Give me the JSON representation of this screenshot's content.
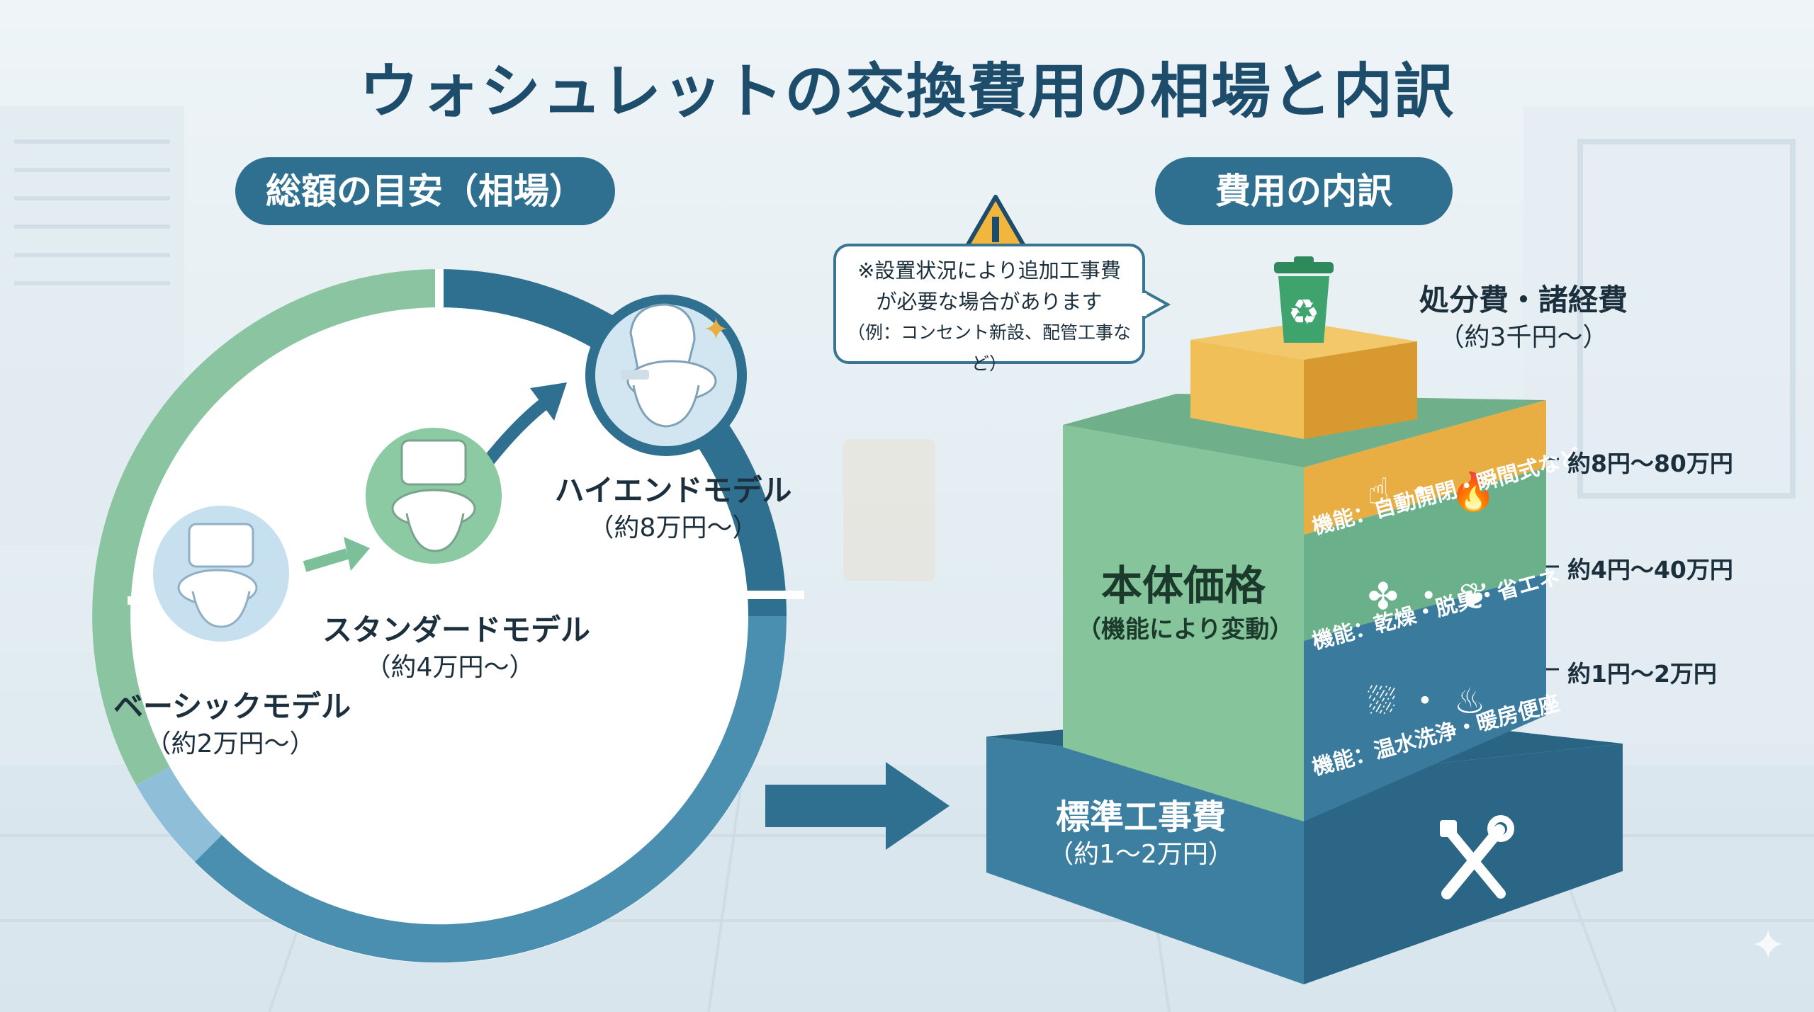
{
  "title": "ウォシュレットの交換費用の相場と内訳",
  "left_section": {
    "heading": "総額の目安（相場）",
    "models": [
      {
        "name": "ベーシックモデル",
        "price": "（約2万円〜）",
        "icon": "basic-toilet-icon"
      },
      {
        "name": "スタンダードモデル",
        "price": "（約4万円〜）",
        "icon": "standard-toilet-icon"
      },
      {
        "name": "ハイエンドモデル",
        "price": "（約8万円〜）",
        "icon": "highend-toilet-icon"
      }
    ]
  },
  "right_section": {
    "heading": "費用の内訳",
    "note": {
      "line1": "※設置状況により追加工事費",
      "line2": "が必要な場合があります",
      "line3": "（例：コンセント新設、配管工事など）"
    },
    "disposal": {
      "label": "処分費・諸経費",
      "price": "（約3千円〜）"
    },
    "body_price": {
      "label": "本体価格",
      "sub": "（機能により変動）"
    },
    "function_tiers": [
      {
        "feature": "機能：自動開閉・瞬間式など",
        "price": "約8円〜80万円",
        "color": "#e8ae43"
      },
      {
        "feature": "機能：乾燥・脱臭・省エネ",
        "price": "約4円〜40万円",
        "color": "#6ab08a"
      },
      {
        "feature": "機能：温水洗浄・暖房便座",
        "price": "約1円〜2万円",
        "color": "#3a7a9c"
      }
    ],
    "standard_work": {
      "label": "標準工事費",
      "price": "（約1〜2万円）"
    }
  },
  "colors": {
    "accent_blue": "#2f6f8f",
    "green": "#7cc09a",
    "orange": "#e8ae43",
    "navy": "#1e4d6b"
  }
}
